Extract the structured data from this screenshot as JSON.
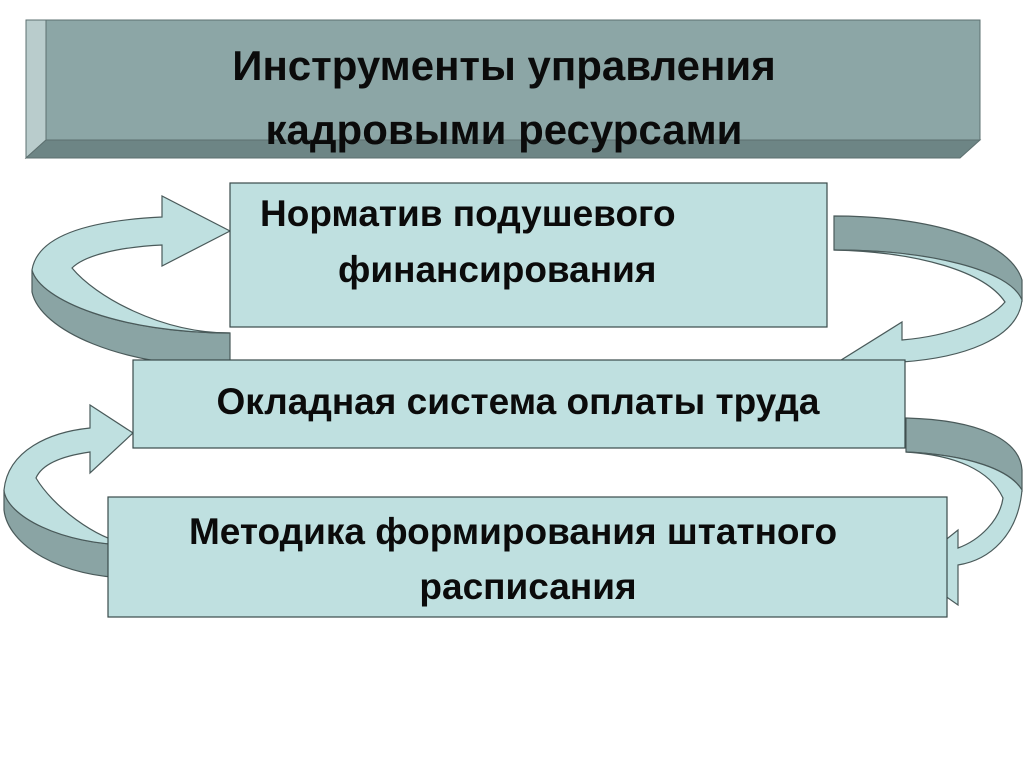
{
  "title": {
    "line1": "Инструменты управления",
    "line2": "кадровыми  ресурсами"
  },
  "boxes": [
    {
      "line1": "Норматив подушевого",
      "line2": "финансирования"
    },
    {
      "line1": "Окладная система оплаты труда"
    },
    {
      "line1": "Методика формирования штатного",
      "line2": "расписания"
    }
  ],
  "colors": {
    "title_fill": "#8ca6a6",
    "title_bevel_light": "#b9cccc",
    "title_bevel_dark": "#6d8585",
    "box_fill": "#bfe0e0",
    "box_border": "#3a4a4a",
    "arrow_fill": "#bfe0e0",
    "arrow_side": "#8aa4a4",
    "arrow_stroke": "#4a5a5a"
  }
}
